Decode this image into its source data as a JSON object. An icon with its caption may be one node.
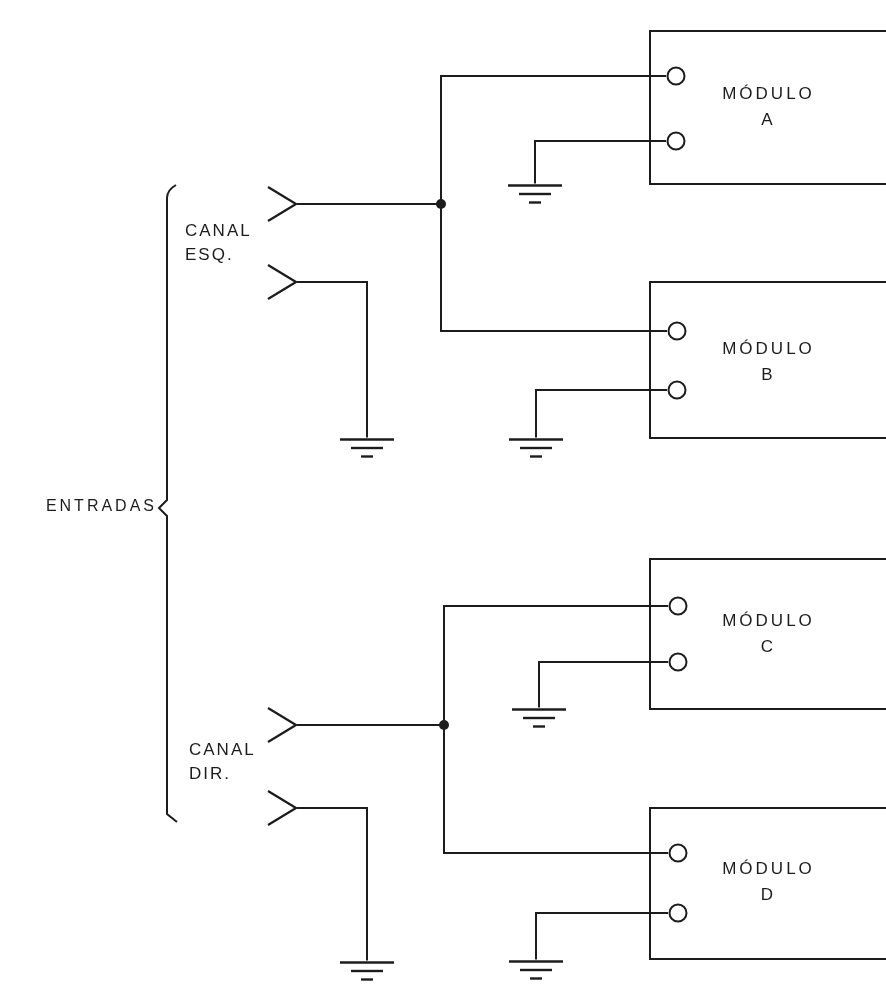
{
  "diagram": {
    "nodes": [
      {
        "text": [
          "MÓDULO A"
        ]
      },
      {
        "text": [],
        "shape": "circle",
        "in": 0
      },
      {
        "text": [],
        "shape": "circle",
        "in": 0
      },
      {
        "text": [
          "MÓDULO B"
        ]
      },
      {
        "text": [],
        "shape": "circle",
        "in": 3
      },
      {
        "text": [],
        "shape": "circle",
        "in": 3
      },
      {
        "text": [
          "MÓDULO C"
        ]
      },
      {
        "text": [],
        "shape": "circle",
        "in": 6
      },
      {
        "text": [],
        "shape": "circle",
        "in": 6
      },
      {
        "text": [
          "MÓDULO D"
        ]
      },
      {
        "text": [],
        "shape": "circle",
        "in": 9
      },
      {
        "text": [],
        "shape": "circle",
        "in": 9
      },
      {
        "text": [],
        "shape": "chevron"
      },
      {
        "text": [],
        "shape": "chevron"
      },
      {
        "text": [],
        "shape": "chevron"
      },
      {
        "text": [],
        "shape": "chevron"
      },
      {
        "text": [],
        "shape": "ground"
      },
      {
        "text": [],
        "shape": "ground"
      },
      {
        "text": [],
        "shape": "ground"
      },
      {
        "text": [],
        "shape": "ground"
      },
      {
        "text": [],
        "shape": "ground"
      },
      {
        "text": [],
        "shape": "ground"
      }
    ],
    "edges": [
      {
        "from": 12,
        "to": 1,
        "arrow": "none"
      },
      {
        "from": 12,
        "to": 4,
        "arrow": "none"
      },
      {
        "from": 13,
        "to": 16,
        "arrow": "none"
      },
      {
        "from": 2,
        "to": 17,
        "arrow": "none"
      },
      {
        "from": 5,
        "to": 18,
        "arrow": "none"
      },
      {
        "from": 14,
        "to": 7,
        "arrow": "none"
      },
      {
        "from": 14,
        "to": 10,
        "arrow": "none"
      },
      {
        "from": 8,
        "to": 19,
        "arrow": "none"
      },
      {
        "from": 15,
        "to": 21,
        "arrow": "none"
      },
      {
        "from": 11,
        "to": 20,
        "arrow": "none"
      }
    ],
    "labels": [
      "CANAL ESQ.",
      "ENTRADAS",
      "CANAL DIR."
    ]
  }
}
